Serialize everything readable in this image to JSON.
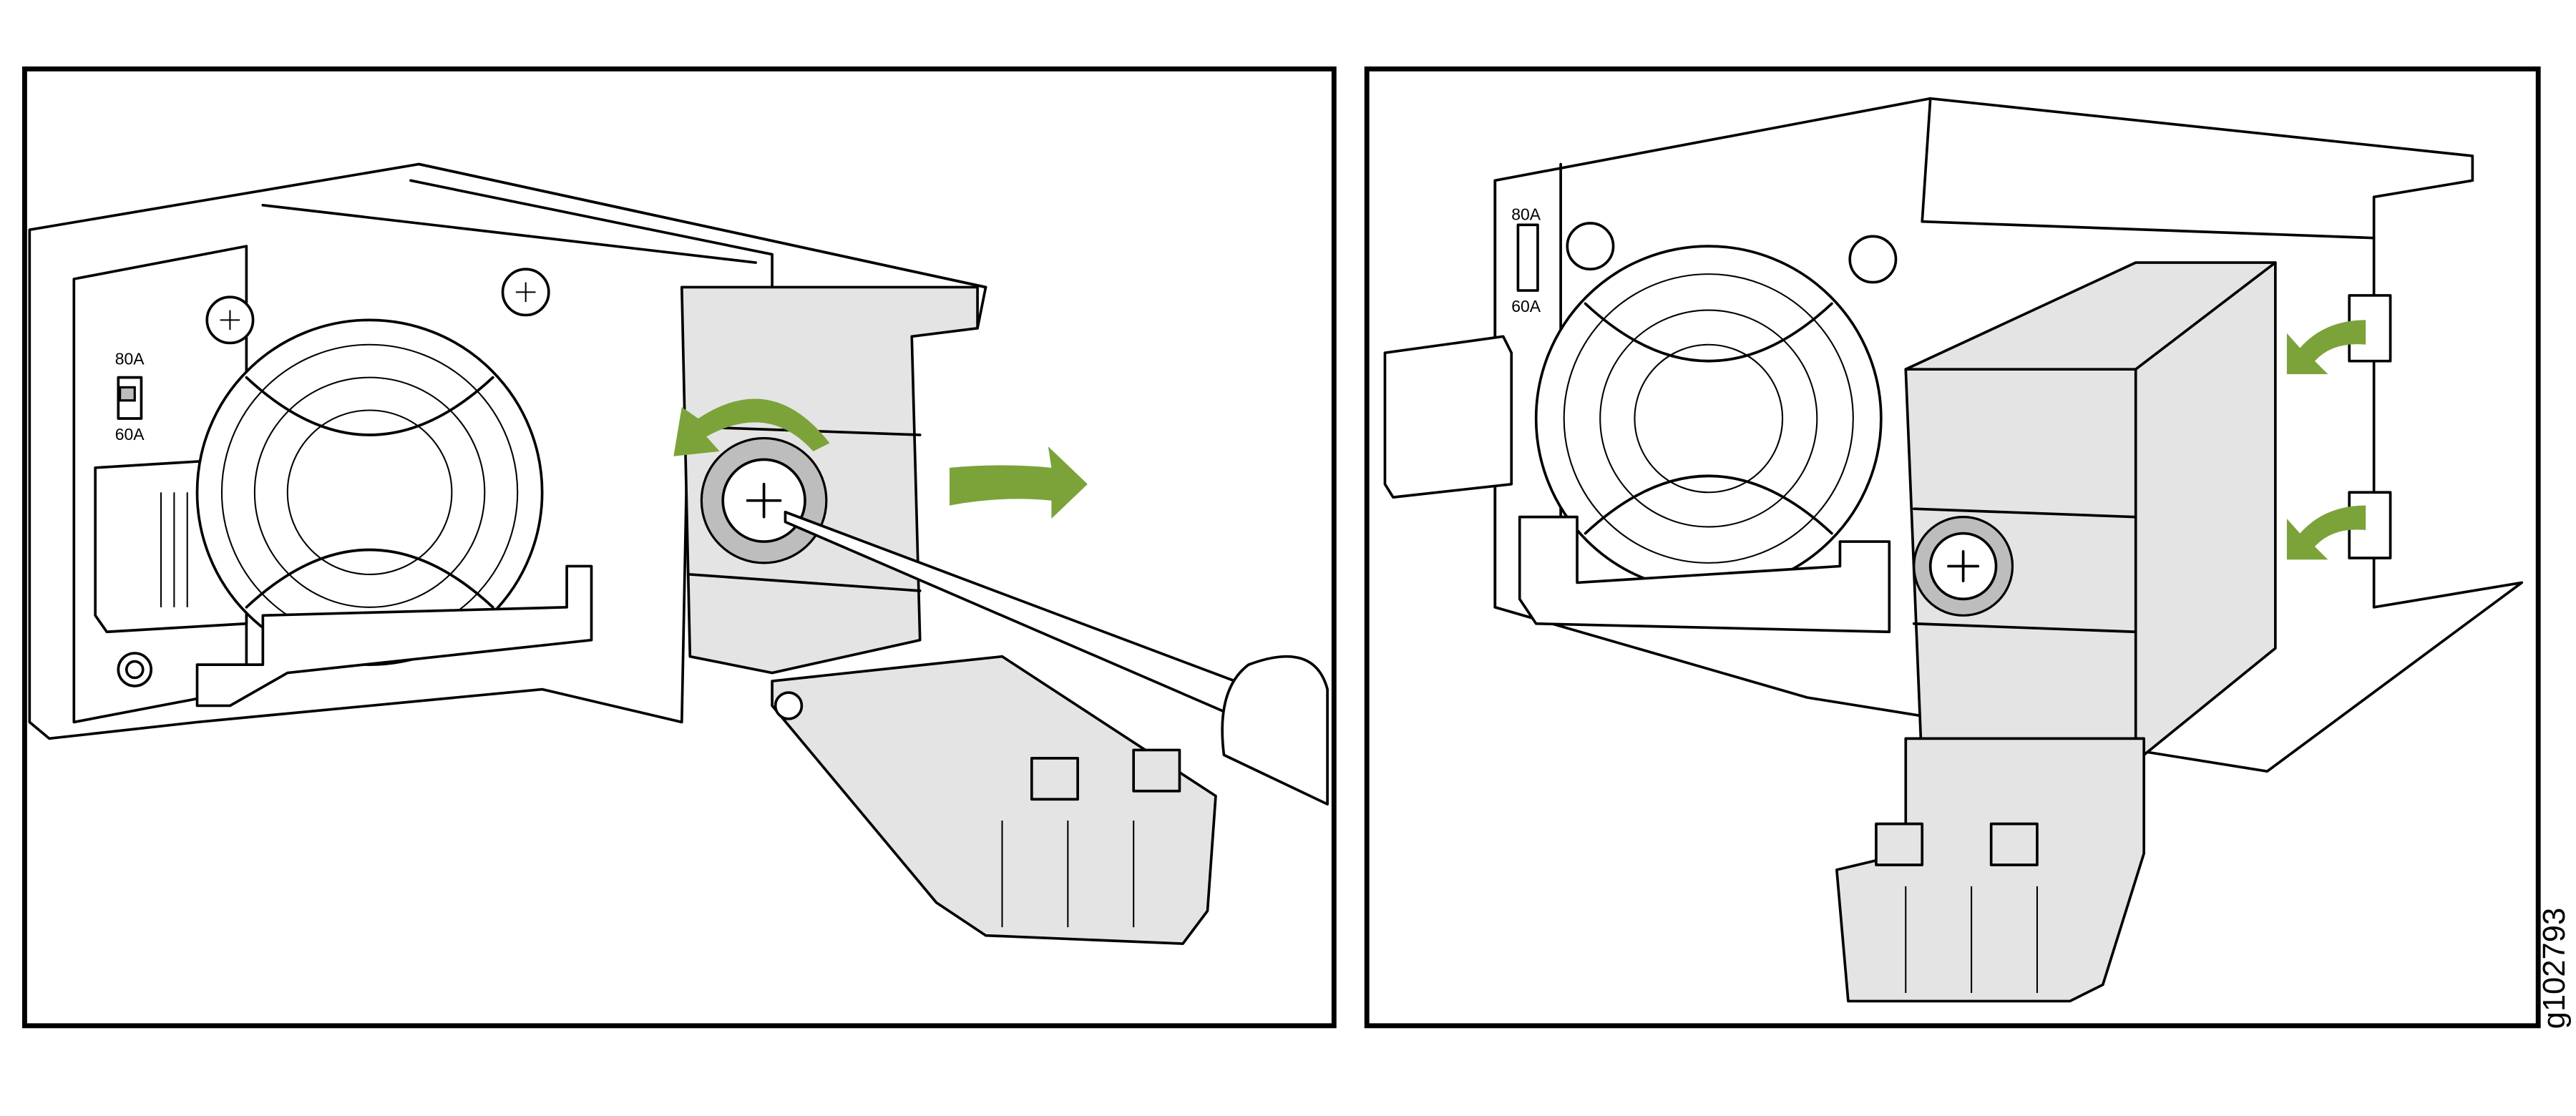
{
  "panels": [
    {
      "name": "unscrew-cover",
      "labels": {
        "switch_high": "80A",
        "switch_low": "60A"
      }
    },
    {
      "name": "remove-cover",
      "labels": {
        "switch_high": "80A",
        "switch_low": "60A"
      }
    }
  ],
  "figure_id": "g102793",
  "colors": {
    "arrow": "#7ba33a",
    "cover": "#e4e4e4",
    "line": "#000000"
  }
}
